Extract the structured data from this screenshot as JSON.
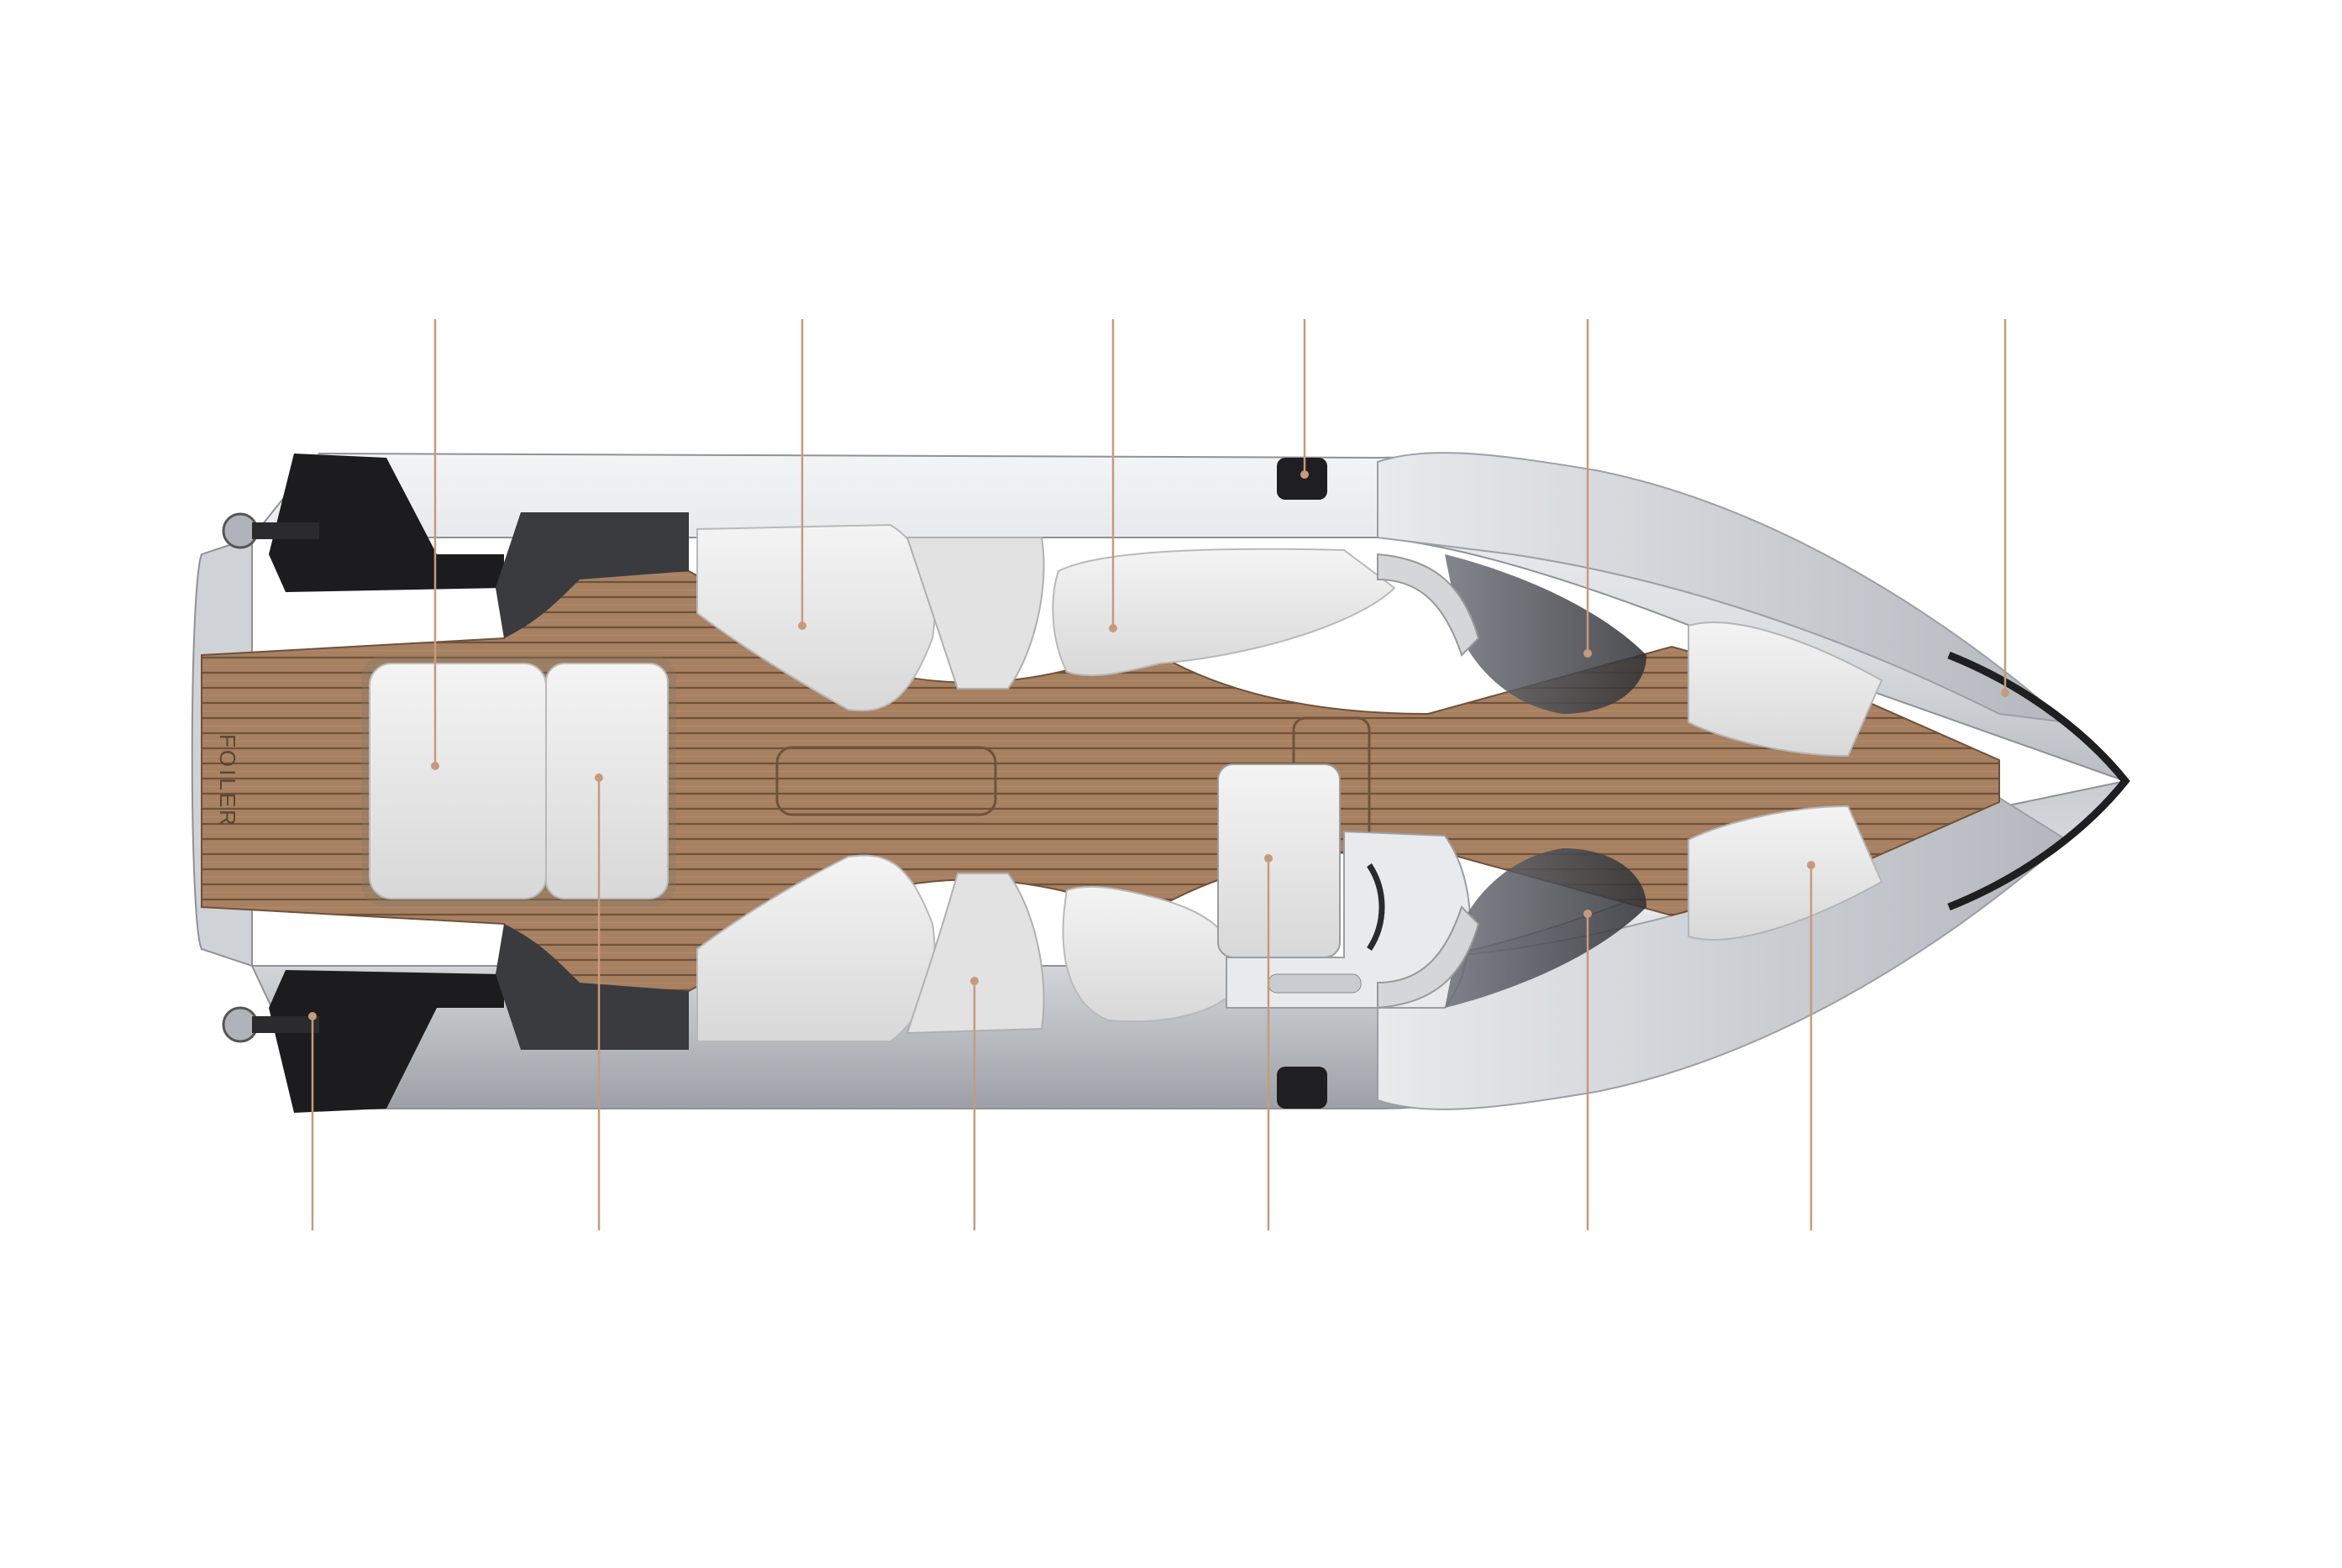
{
  "brand": {
    "deck_logo": "FOILER"
  },
  "palette": {
    "background": "#ffffff",
    "callout_line": "#c79a7c",
    "teak": "#a78161",
    "teak_dark": "#8d6b4f",
    "hull": "#e7e9ec",
    "hull_shadow": "#aeb2b8",
    "cushion": "#eeeeee",
    "foil_black": "#1c1c1e"
  },
  "callouts": {
    "top": [
      {
        "id": "sunpad-port"
      },
      {
        "id": "aft-bench-port"
      },
      {
        "id": "fwd-lounge-port"
      },
      {
        "id": "bollard"
      },
      {
        "id": "bow-console-port"
      },
      {
        "id": "bow-tip"
      }
    ],
    "bottom": [
      {
        "id": "stern-foil"
      },
      {
        "id": "sunpad-starboard"
      },
      {
        "id": "aft-bench-starboard"
      },
      {
        "id": "helm-console"
      },
      {
        "id": "bow-console-starboard"
      },
      {
        "id": "bow-seat-starboard"
      }
    ]
  }
}
